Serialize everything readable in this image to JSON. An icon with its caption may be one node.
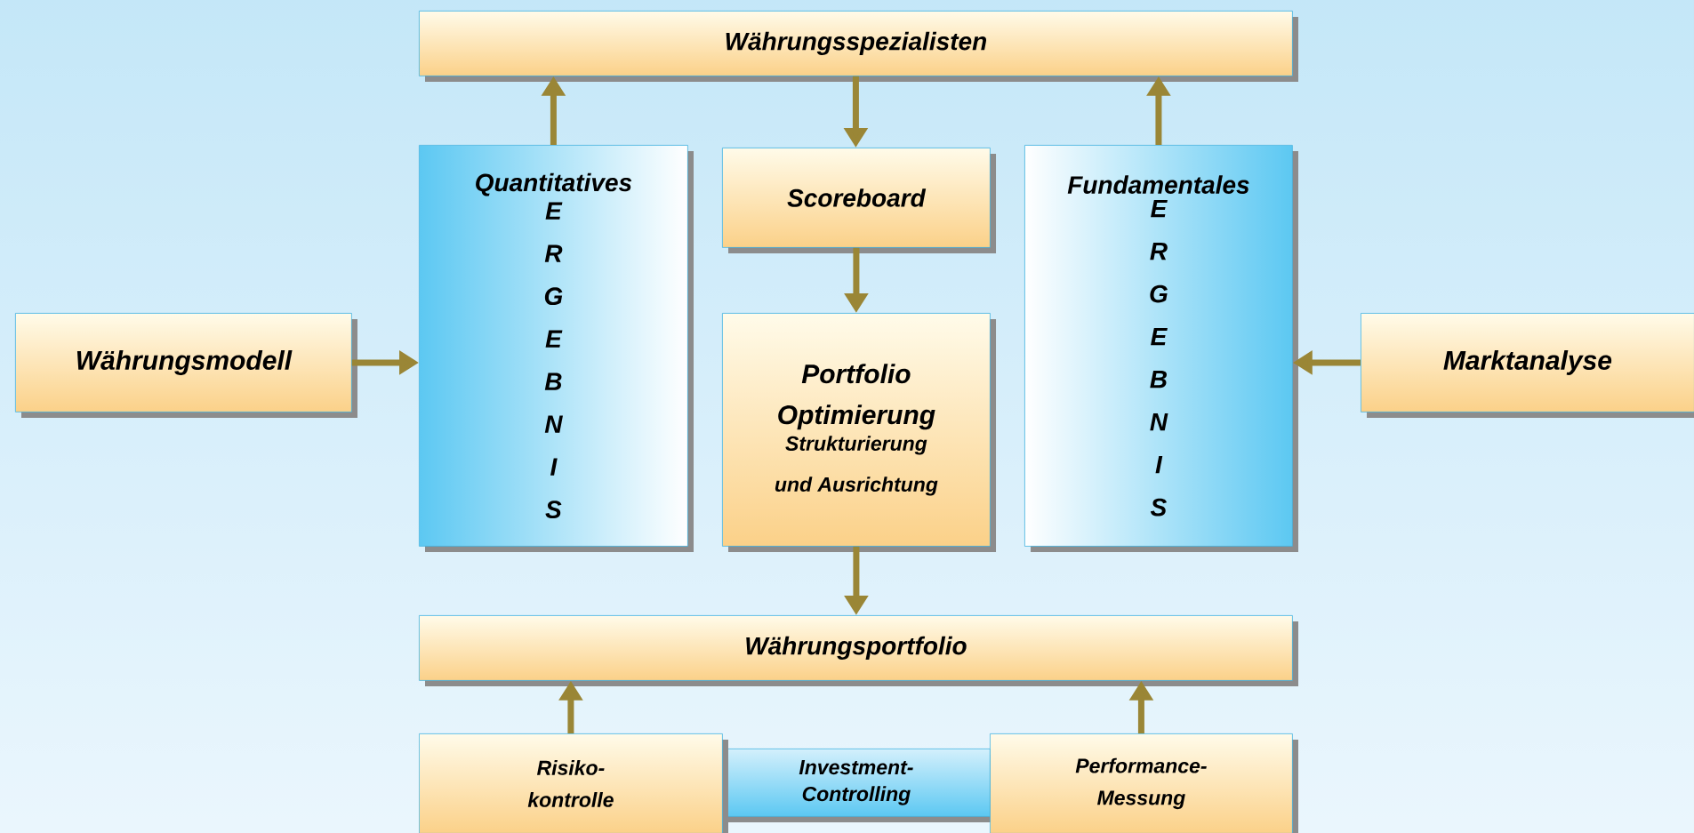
{
  "diagram": {
    "nodes": [
      {
        "text": [
          "Währungsspezialisten"
        ]
      },
      {
        "text": [
          "Quantitatives",
          "E R G E B N I S"
        ]
      },
      {
        "text": [
          "Scoreboard"
        ]
      },
      {
        "text": [
          "Fundamentales",
          "E R G E B N I S"
        ]
      },
      {
        "text": [
          "Währungsmodell"
        ]
      },
      {
        "text": [
          "Portfolio Optimierung",
          "Strukturierung und Ausrichtung"
        ]
      },
      {
        "text": [
          "Marktanalyse"
        ]
      },
      {
        "text": [
          "Währungsportfolio"
        ]
      },
      {
        "text": [
          "Risiko- kontrolle"
        ]
      },
      {
        "text": [
          "Investment- Controlling"
        ]
      },
      {
        "text": [
          "Performance- Messung"
        ]
      }
    ],
    "edges": [
      {
        "from": 1,
        "to": 0,
        "arrow": "to"
      },
      {
        "from": 3,
        "to": 0,
        "arrow": "to"
      },
      {
        "from": 0,
        "to": 2,
        "arrow": "to"
      },
      {
        "from": 2,
        "to": 5,
        "arrow": "to"
      },
      {
        "from": 4,
        "to": 1,
        "arrow": "to"
      },
      {
        "from": 6,
        "to": 3,
        "arrow": "to"
      },
      {
        "from": 5,
        "to": 7,
        "arrow": "to"
      },
      {
        "from": 8,
        "to": 7,
        "arrow": "to"
      },
      {
        "from": 10,
        "to": 7,
        "arrow": "to"
      }
    ]
  }
}
